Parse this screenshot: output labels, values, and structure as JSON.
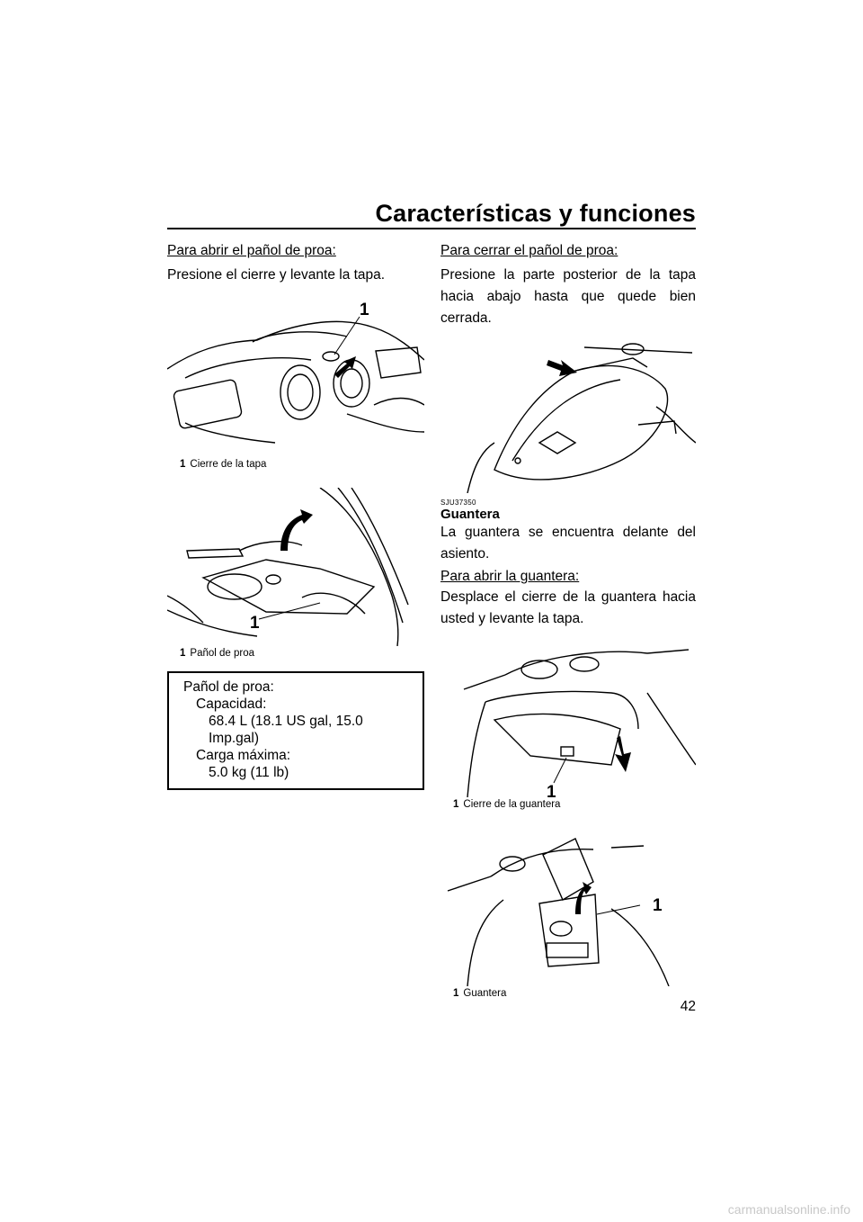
{
  "header": {
    "title": "Características y funciones"
  },
  "left": {
    "open_bow_heading": "Para abrir el pañol de proa:",
    "open_bow_text": "Presione el cierre y levante la tapa.",
    "fig1": {
      "callout": "1",
      "caption_num": "1",
      "caption_text": "Cierre de la tapa"
    },
    "fig2": {
      "callout": "1",
      "caption_num": "1",
      "caption_text": "Pañol de proa"
    },
    "spec": {
      "title": "Pañol de proa:",
      "capacity_label": "Capacidad:",
      "capacity_value": "68.4 L (18.1 US gal, 15.0 Imp.gal)",
      "load_label": "Carga máxima:",
      "load_value": "5.0 kg (11 lb)"
    }
  },
  "right": {
    "close_bow_heading": "Para cerrar el pañol de proa:",
    "close_bow_text": "Presione la parte posterior de la tapa hacia abajo hasta que quede bien cerrada.",
    "section_code": "SJU37350",
    "section_title": "Guantera",
    "section_text": "La guantera se encuentra delante del asiento.",
    "open_glove_heading": "Para abrir la guantera:",
    "open_glove_text": "Desplace el cierre de la guantera hacia usted y levante la tapa.",
    "fig4": {
      "callout": "1",
      "caption_num": "1",
      "caption_text": "Cierre de la guantera"
    },
    "fig5": {
      "callout": "1",
      "caption_num": "1",
      "caption_text": "Guantera"
    }
  },
  "page_number": "42",
  "watermark": "carmanualsonline.info"
}
